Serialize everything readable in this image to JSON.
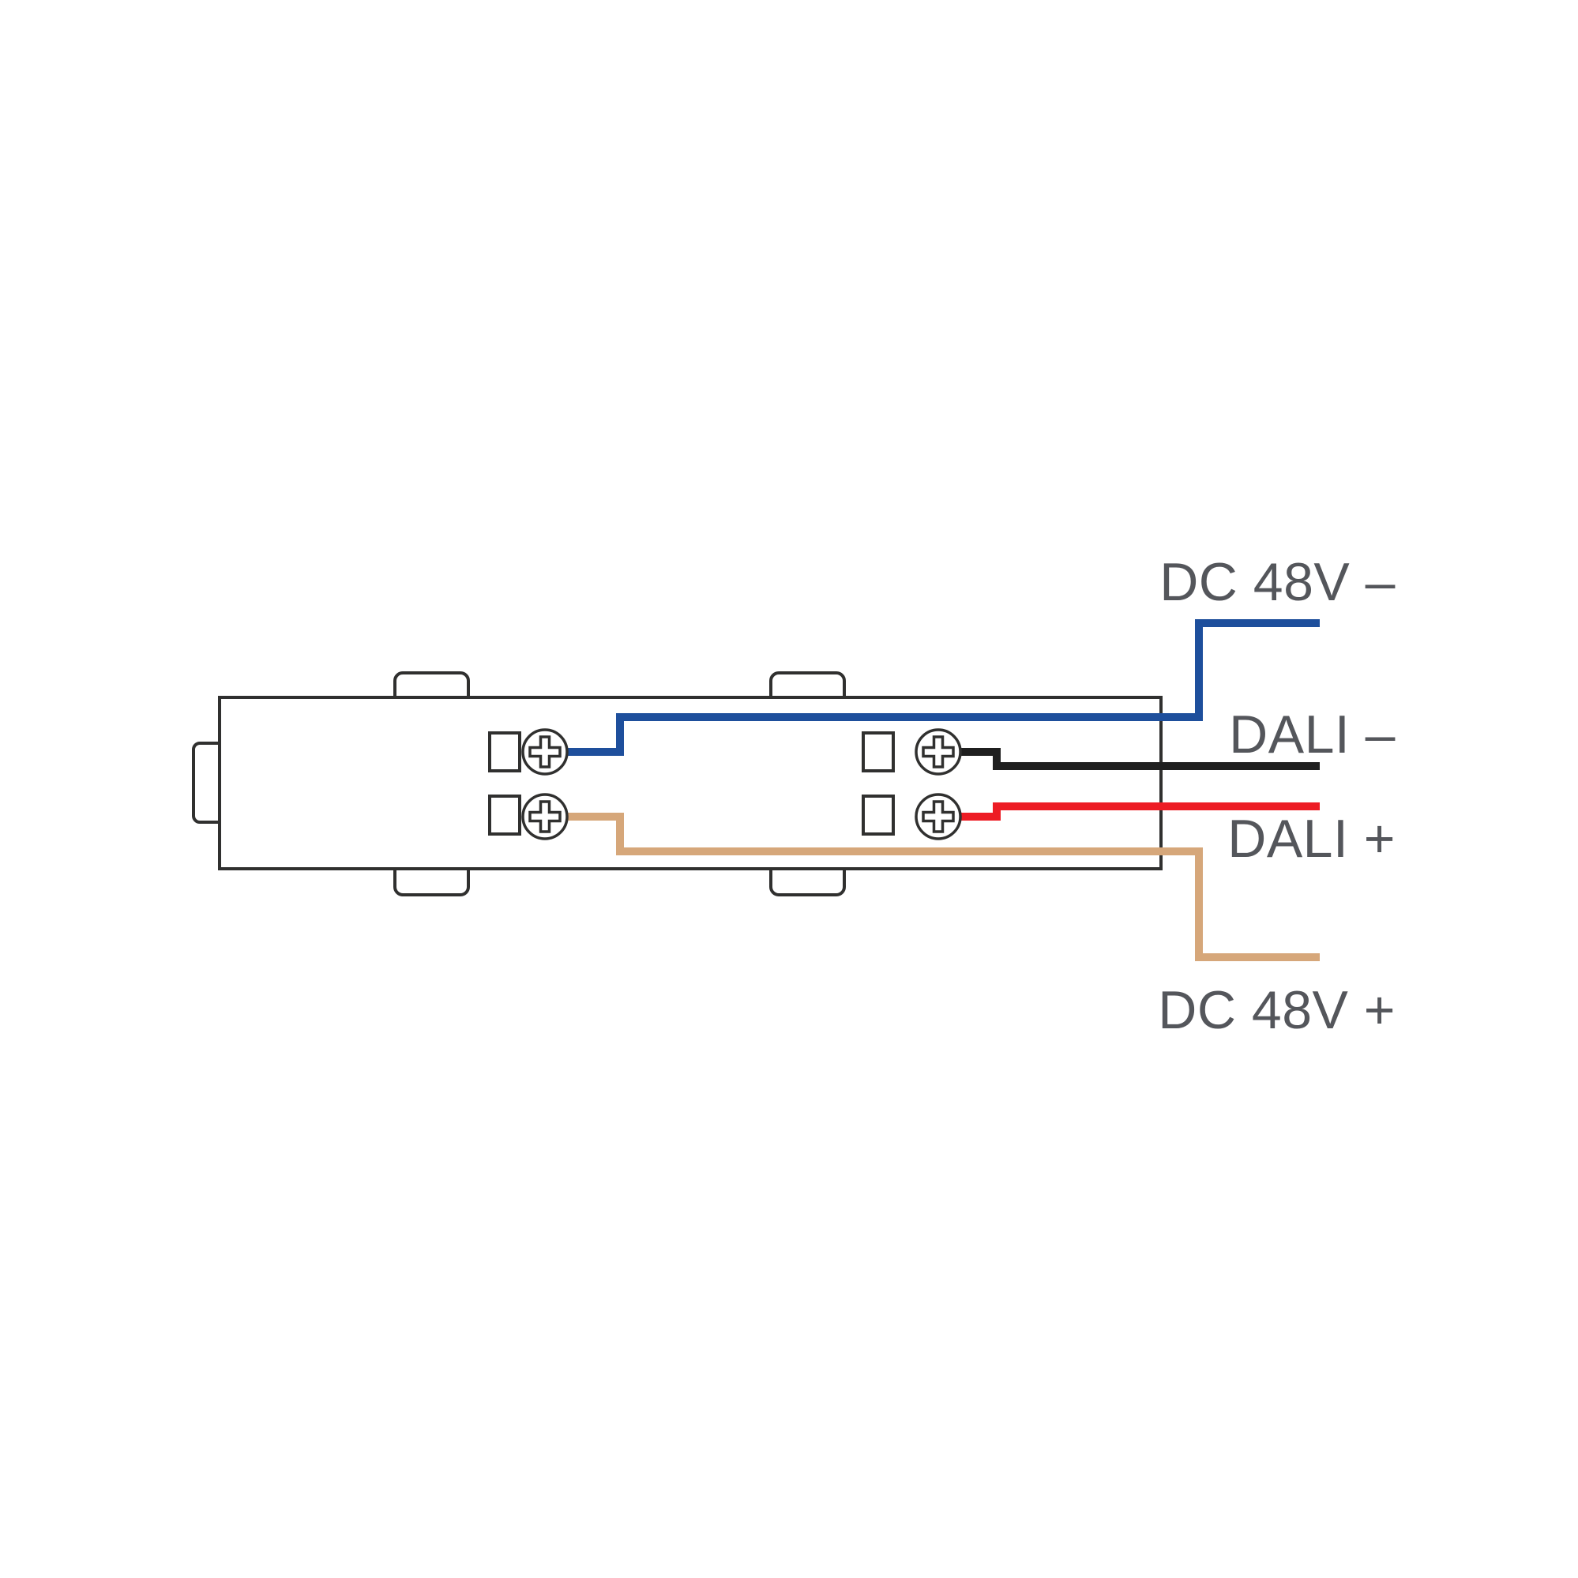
{
  "diagram": {
    "labels": {
      "dc48v_neg": "DC 48V –",
      "dali_neg": "DALI –",
      "dali_pos": "DALI +",
      "dc48v_pos": "DC 48V +"
    },
    "colors": {
      "wire_dc48v_neg": "#1E4F9C",
      "wire_dali_neg": "#1F1F1F",
      "wire_dali_pos": "#ED1C24",
      "wire_dc48v_pos": "#D6A77A",
      "outline": "#30302F",
      "label_text": "#54565B",
      "background": "#FFFFFF"
    }
  }
}
